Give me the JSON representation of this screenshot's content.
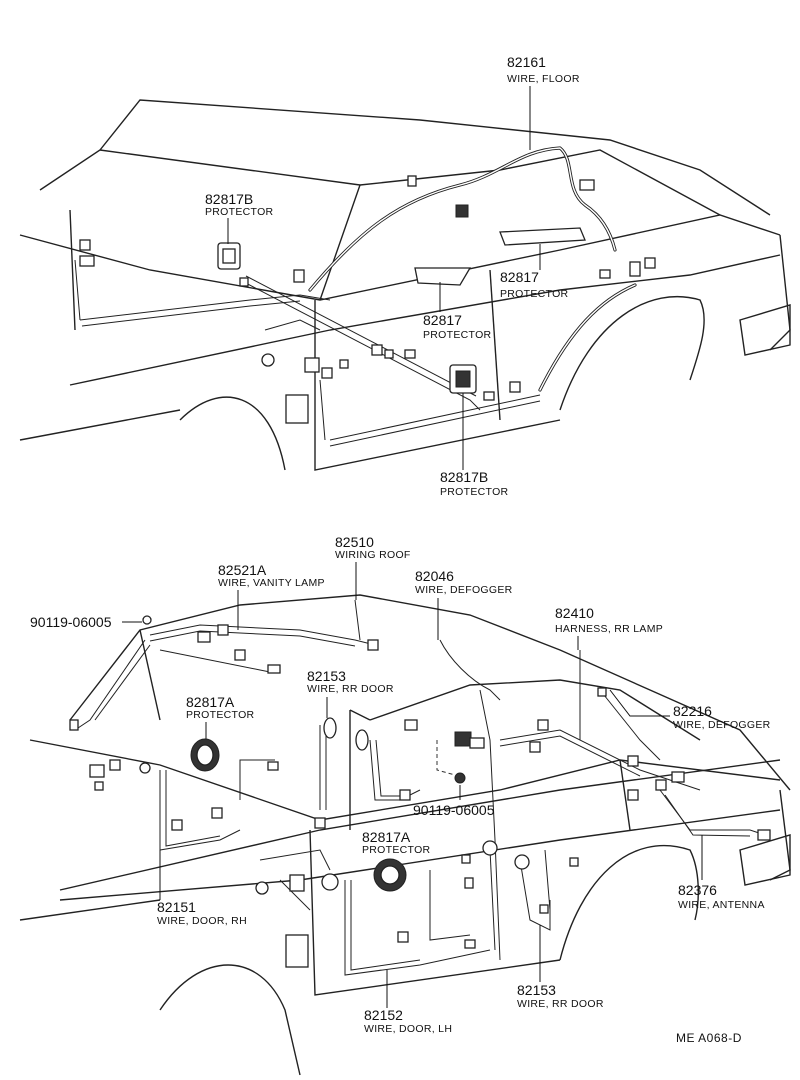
{
  "top_diagram": {
    "labels": [
      {
        "id": "floor-wire",
        "number": "82161",
        "description": "WIRE, FLOOR"
      },
      {
        "id": "protector-b-upper",
        "number": "82817B",
        "description": "PROTECTOR"
      },
      {
        "id": "protector-right",
        "number": "82817",
        "description": "PROTECTOR"
      },
      {
        "id": "protector-center",
        "number": "82817",
        "description": "PROTECTOR"
      },
      {
        "id": "protector-b-lower",
        "number": "82817B",
        "description": "PROTECTOR"
      }
    ]
  },
  "bottom_diagram": {
    "labels": [
      {
        "id": "wiring-roof",
        "number": "82510",
        "description": "WIRING ROOF"
      },
      {
        "id": "vanity-lamp",
        "number": "82521A",
        "description": "WIRE, VANITY LAMP"
      },
      {
        "id": "defogger-wire",
        "number": "82046",
        "description": "WIRE, DEFOGGER"
      },
      {
        "id": "bolt-upper",
        "number": "90119-06005",
        "description": ""
      },
      {
        "id": "rr-lamp-harness",
        "number": "82410",
        "description": "HARNESS, RR LAMP"
      },
      {
        "id": "rr-door-upper",
        "number": "82153",
        "description": "WIRE, RR DOOR"
      },
      {
        "id": "protector-a-upper",
        "number": "82817A",
        "description": "PROTECTOR"
      },
      {
        "id": "defogger-wire-2",
        "number": "82216",
        "description": "WIRE, DEFOGGER"
      },
      {
        "id": "bolt-lower",
        "number": "90119-06005",
        "description": ""
      },
      {
        "id": "protector-a-lower",
        "number": "82817A",
        "description": "PROTECTOR"
      },
      {
        "id": "door-rh",
        "number": "82151",
        "description": "WIRE, DOOR, RH"
      },
      {
        "id": "antenna-wire",
        "number": "82376",
        "description": "WIRE, ANTENNA"
      },
      {
        "id": "rr-door-lower",
        "number": "82153",
        "description": "WIRE, RR DOOR"
      },
      {
        "id": "door-lh",
        "number": "82152",
        "description": "WIRE, DOOR, LH"
      }
    ]
  },
  "reference_code": "ME  A068-D"
}
